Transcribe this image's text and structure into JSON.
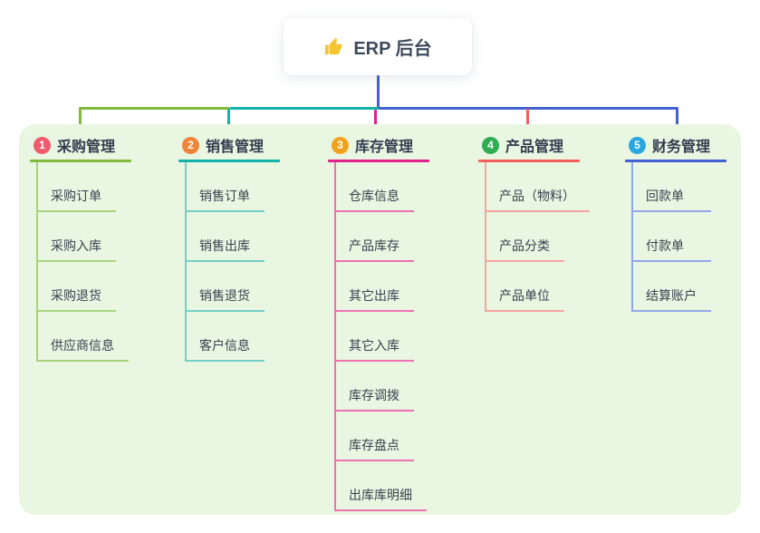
{
  "root": {
    "label": "ERP 后台",
    "icon": "thumbs-up-icon",
    "icon_color": "#F5C531"
  },
  "colors": {
    "panel_bg": "#E9F6E1",
    "connector_blue": "#4361D2",
    "bus_green": "#7FBA3D",
    "bus_teal": "#13B2AA",
    "bus_blue": "#4361D2",
    "drop_magenta": "#E2218C",
    "drop_red": "#F45F5C",
    "text_dark": "#313D4E"
  },
  "branches": [
    {
      "index": "1",
      "title": "采购管理",
      "badge_color": "#F15B6C",
      "line_color": "#7FBA3D",
      "child_line_color": "#A9D47F",
      "children": [
        "采购订单",
        "采购入库",
        "采购退货",
        "供应商信息"
      ]
    },
    {
      "index": "2",
      "title": "销售管理",
      "badge_color": "#F08439",
      "line_color": "#13B2AA",
      "child_line_color": "#74CFC9",
      "children": [
        "销售订单",
        "销售出库",
        "销售退货",
        "客户信息"
      ]
    },
    {
      "index": "3",
      "title": "库存管理",
      "badge_color": "#F0A31F",
      "line_color": "#E2218C",
      "child_line_color": "#EE71B0",
      "children": [
        "仓库信息",
        "产品库存",
        "其它出库",
        "其它入库",
        "库存调拨",
        "库存盘点",
        "出库库明细"
      ]
    },
    {
      "index": "4",
      "title": "产品管理",
      "badge_color": "#2EAD53",
      "line_color": "#F45F5C",
      "child_line_color": "#F7A3A1",
      "children": [
        "产品（物料）",
        "产品分类",
        "产品单位"
      ]
    },
    {
      "index": "5",
      "title": "财务管理",
      "badge_color": "#2AA7DE",
      "line_color": "#4361D2",
      "child_line_color": "#92A7E7",
      "children": [
        "回款单",
        "付款单",
        "结算账户"
      ]
    }
  ]
}
